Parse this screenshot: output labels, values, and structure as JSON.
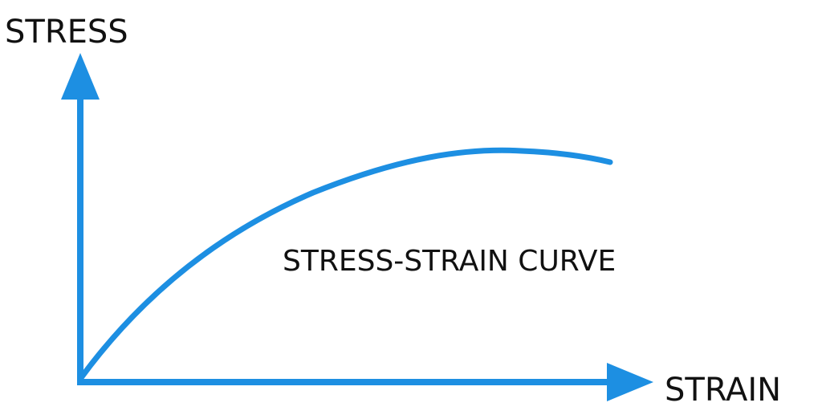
{
  "labels": {
    "y_axis": "STRESS",
    "x_axis": "STRAIN",
    "curve_title": "STRESS-STRAIN CURVE"
  },
  "colors": {
    "diagram_blue": "#1d8fe2",
    "text": "#111111",
    "background": "#ffffff"
  }
}
